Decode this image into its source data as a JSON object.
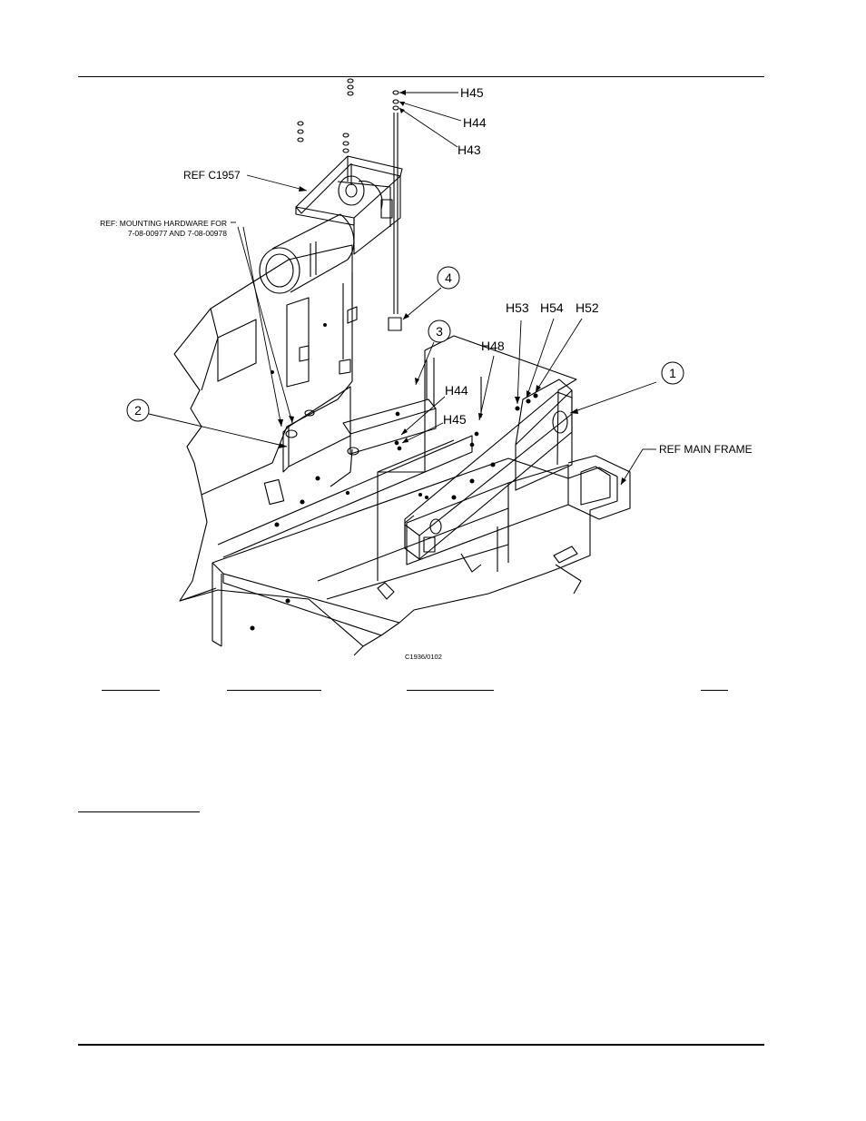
{
  "labels": {
    "h45_top": "H45",
    "h44_top": "H44",
    "h43": "H43",
    "ref_c1957": "REF C1957",
    "ref_mount_line1": "REF: MOUNTING HARDWARE FOR",
    "ref_mount_line2": "7-08-00977 AND 7-08-00978",
    "h53": "H53",
    "h54": "H54",
    "h52": "H52",
    "h48": "H48",
    "h44_mid": "H44",
    "h45_mid": "H45",
    "ref_main_frame": "REF MAIN FRAME",
    "drawing_number": "C1936/0102"
  },
  "callouts": {
    "c1": "1",
    "c2": "2",
    "c3": "3",
    "c4": "4"
  },
  "colors": {
    "line": "#000000",
    "background": "#ffffff"
  }
}
